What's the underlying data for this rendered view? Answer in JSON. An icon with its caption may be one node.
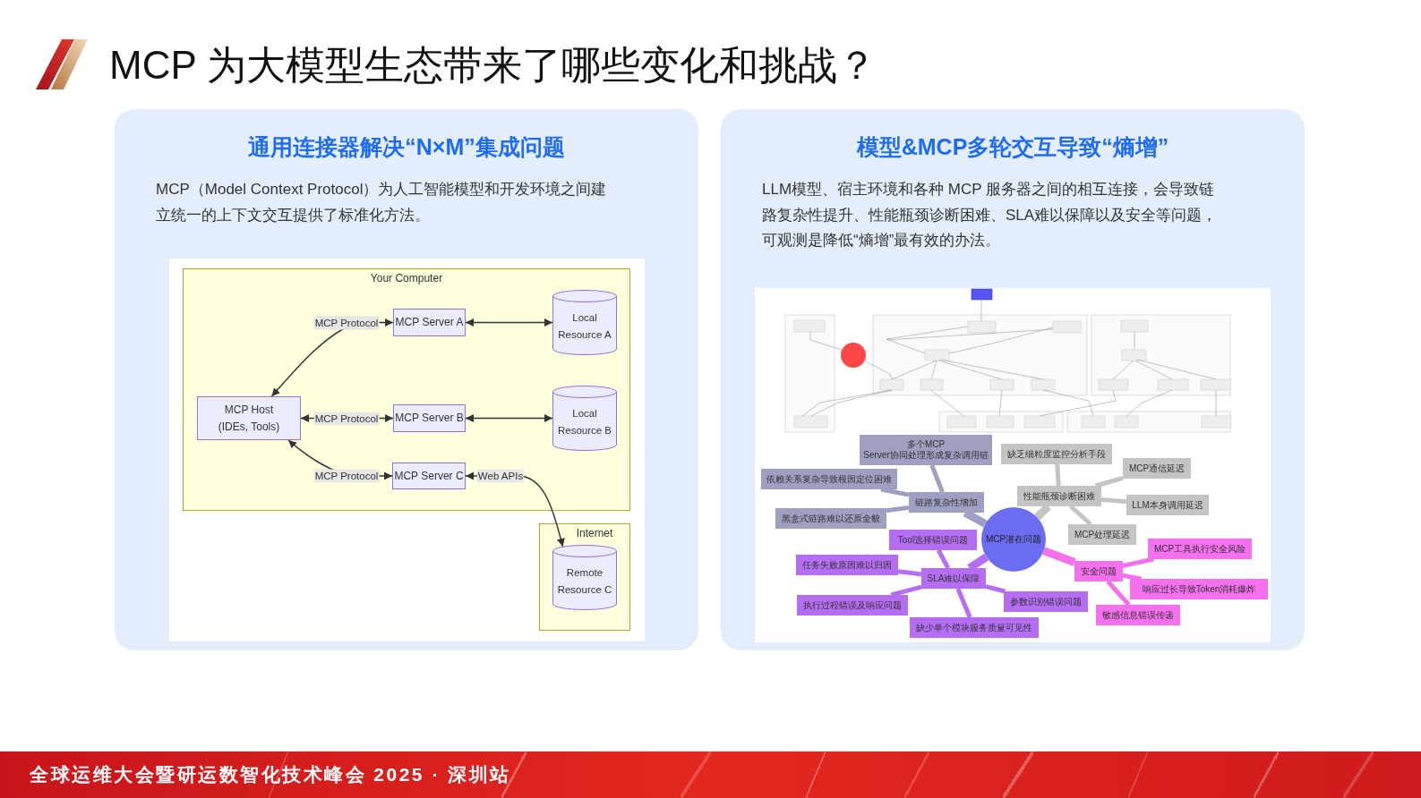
{
  "diagram": {
    "title": "MCP 为大模型生态带来了哪些变化和挑战？",
    "nodes": [
      {
        "text": [
          "通用连接器解决“N×M”集成问题",
          "MCP（Model Context Protocol）为人工智能模型和开发环境之间建立统一的上下文交互提供了标准化方法。"
        ]
      },
      {
        "text": [
          "Your Computer"
        ],
        "in": 0
      },
      {
        "text": [
          "MCP Server A"
        ],
        "in": 1
      },
      {
        "text": [
          "Local Resource A"
        ],
        "in": 1
      },
      {
        "text": [
          "MCP Host (IDEs, Tools)"
        ],
        "in": 1
      },
      {
        "text": [
          "MCP Server B"
        ],
        "in": 1
      },
      {
        "text": [
          "Local Resource B"
        ],
        "in": 1
      },
      {
        "text": [
          "MCP Server C"
        ],
        "in": 1
      },
      {
        "text": [
          "Internet"
        ],
        "in": 0
      },
      {
        "text": [
          "Remote Resource C"
        ],
        "in": 8
      },
      {
        "text": [
          "模型&MCP多轮交互导致“熵增”",
          "LLM模型、宿主环境和各种 MCP 服务器之间的相互连接，会导致链路复杂性提升、性能瓶颈诊断困难、SLA难以保障以及安全等问题，可观测是降低“熵增”最有效的办法。"
        ]
      },
      {
        "text": [
          "MCP潜在问题"
        ],
        "in": 10
      },
      {
        "text": [
          "链路复杂性增加"
        ],
        "in": 10
      },
      {
        "text": [
          "多个MCP Server协同处理形成复杂调用链"
        ],
        "in": 10
      },
      {
        "text": [
          "依赖关系复杂导致根因定位困难"
        ],
        "in": 10
      },
      {
        "text": [
          "黑盒式链路难以还原全貌"
        ],
        "in": 10
      },
      {
        "text": [
          "性能瓶颈诊断困难"
        ],
        "in": 10
      },
      {
        "text": [
          "缺乏细粒度监控分析手段"
        ],
        "in": 10
      },
      {
        "text": [
          "MCP通信延迟"
        ],
        "in": 10
      },
      {
        "text": [
          "LLM本身调用延迟"
        ],
        "in": 10
      },
      {
        "text": [
          "MCP处理延迟"
        ],
        "in": 10
      },
      {
        "text": [
          "安全问题"
        ],
        "in": 10
      },
      {
        "text": [
          "MCP工具执行安全风险"
        ],
        "in": 10
      },
      {
        "text": [
          "响应过长导致Token消耗爆炸"
        ],
        "in": 10
      },
      {
        "text": [
          "敏感信息错误传递"
        ],
        "in": 10
      },
      {
        "text": [
          "SLA难以保障"
        ],
        "in": 10
      },
      {
        "text": [
          "Tool选择错误问题"
        ],
        "in": 10
      },
      {
        "text": [
          "任务失败原因难以归因"
        ],
        "in": 10
      },
      {
        "text": [
          "执行过程错误及响应问题"
        ],
        "in": 10
      },
      {
        "text": [
          "缺少单个模块服务质量可见性"
        ],
        "in": 10
      },
      {
        "text": [
          "参数识别错误问题"
        ],
        "in": 10
      }
    ],
    "edges": [
      {
        "from": 4,
        "to": 2,
        "arrow": "both",
        "label": "MCP Protocol"
      },
      {
        "from": 2,
        "to": 3,
        "arrow": "both"
      },
      {
        "from": 4,
        "to": 5,
        "arrow": "both",
        "label": "MCP Protocol"
      },
      {
        "from": 5,
        "to": 6,
        "arrow": "both"
      },
      {
        "from": 4,
        "to": 7,
        "arrow": "both",
        "label": "MCP Protocol"
      },
      {
        "from": 7,
        "to": 9,
        "arrow": "both",
        "label": "Web APIs"
      },
      {
        "from": 11,
        "to": 12,
        "arrow": "none",
        "style": "thick",
        "color": "#9f9fc2"
      },
      {
        "from": 12,
        "to": 13,
        "arrow": "none",
        "color": "#9f9fc2"
      },
      {
        "from": 12,
        "to": 14,
        "arrow": "none",
        "color": "#9f9fc2"
      },
      {
        "from": 12,
        "to": 15,
        "arrow": "none",
        "color": "#9f9fc2"
      },
      {
        "from": 11,
        "to": 16,
        "arrow": "none",
        "style": "thick",
        "color": "#c4c4c4"
      },
      {
        "from": 16,
        "to": 17,
        "arrow": "none",
        "color": "#c4c4c4"
      },
      {
        "from": 16,
        "to": 18,
        "arrow": "none",
        "color": "#c4c4c4"
      },
      {
        "from": 16,
        "to": 19,
        "arrow": "none",
        "color": "#c4c4c4"
      },
      {
        "from": 16,
        "to": 20,
        "arrow": "none",
        "color": "#c4c4c4"
      },
      {
        "from": 11,
        "to": 21,
        "arrow": "none",
        "style": "thick",
        "color": "#f570ef"
      },
      {
        "from": 21,
        "to": 22,
        "arrow": "none",
        "color": "#f570ef"
      },
      {
        "from": 21,
        "to": 23,
        "arrow": "none",
        "color": "#f570ef"
      },
      {
        "from": 21,
        "to": 24,
        "arrow": "none",
        "color": "#f570ef"
      },
      {
        "from": 11,
        "to": 25,
        "arrow": "none",
        "style": "thick",
        "color": "#b56ef3"
      },
      {
        "from": 25,
        "to": 26,
        "arrow": "none",
        "color": "#b56ef3"
      },
      {
        "from": 25,
        "to": 27,
        "arrow": "none",
        "color": "#b56ef3"
      },
      {
        "from": 25,
        "to": 28,
        "arrow": "none",
        "color": "#b56ef3"
      },
      {
        "from": 25,
        "to": 29,
        "arrow": "none",
        "color": "#b56ef3"
      },
      {
        "from": 25,
        "to": 30,
        "arrow": "none",
        "color": "#b56ef3"
      }
    ],
    "labels": [
      "全球运维大会暨研运数智化技术峰会 2025 · 深圳站"
    ]
  }
}
